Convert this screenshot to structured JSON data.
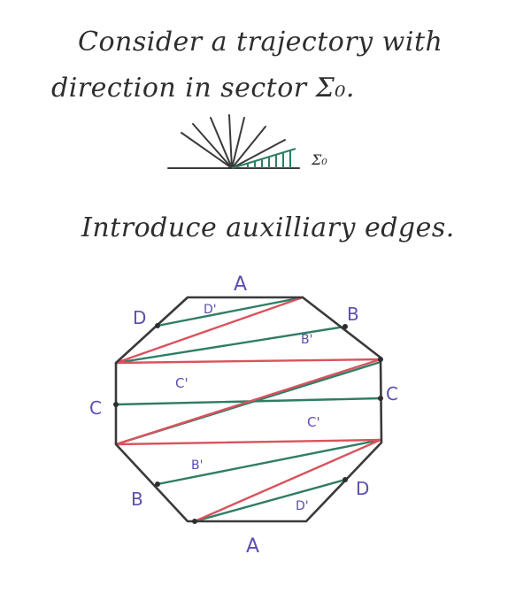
{
  "text": {
    "line1": "Consider a trajectory with",
    "line2": "direction in sector Σ₀.",
    "line3": "Introduce auxilliary edges."
  },
  "sector_label": "Σ₀",
  "labels": {
    "top": "A",
    "bottom": "A",
    "upper_left": "D",
    "lower_right": "D",
    "upper_right": "B",
    "lower_left": "B",
    "left": "C",
    "right": "C",
    "d_prime": "D'",
    "b_prime_upper": "B'",
    "b_prime_lower": "B'",
    "c_prime_upper": "C'",
    "c_prime_lower": "C'",
    "d_prime_lower": "D'"
  },
  "colors": {
    "outline": "#3a3a3a",
    "green": "#2f7d65",
    "red": "#d9535d",
    "label": "#5a4fb0",
    "text": "#2e2e2e"
  }
}
